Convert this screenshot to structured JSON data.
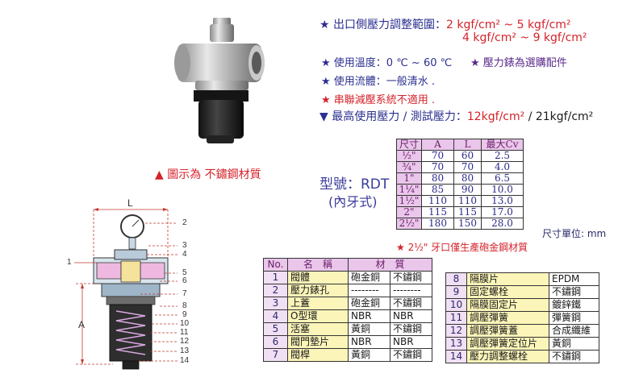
{
  "specs": {
    "range_label": "★ 出口側壓力調整範圍：",
    "range_1": "2 kgf/cm² ~ 5 kgf/cm²",
    "range_2": "4 kgf/cm² ~ 9 kgf/cm²",
    "temp": "★ 使用溫度：0 ℃ ~ 60 ℃",
    "gauge": "★ 壓力錶為選購配件",
    "fluid": "★ 使用流體：一般清水 .",
    "series": "★ 串聯減壓系統不適用 .",
    "max_label": "▼ 最高使用壓力 / 測試壓力：",
    "max_value": "12kgf/cm²",
    "test_value": "/ 21kgf/cm²"
  },
  "photo_caption": "▲ 圖示為 不鏽鋼材質",
  "model": {
    "line1": "型號：RDT",
    "line2": "(內牙式)"
  },
  "dim_table": {
    "headers": [
      "尺寸",
      "A",
      "L",
      "最大Cv"
    ],
    "rows": [
      [
        "½\"",
        "70",
        "60",
        "2.5"
      ],
      [
        "¾\"",
        "70",
        "70",
        "4.0"
      ],
      [
        "1\"",
        "80",
        "80",
        "6.5"
      ],
      [
        "1¼\"",
        "85",
        "90",
        "10.0"
      ],
      [
        "1½\"",
        "110",
        "110",
        "13.0"
      ],
      [
        "2\"",
        "115",
        "115",
        "17.0"
      ],
      [
        "2½\"",
        "180",
        "150",
        "28.0"
      ]
    ],
    "unit": "尺寸單位: mm",
    "note": "★ 2½\" 牙口僅生產砲金鋼材質"
  },
  "parts_left": {
    "headers": [
      "No.",
      "名　稱",
      "材　質"
    ],
    "rows": [
      [
        "1",
        "閥體",
        "砲金銅",
        "不鏽鋼"
      ],
      [
        "2",
        "壓力錶孔",
        "--------",
        "--------"
      ],
      [
        "3",
        "上蓋",
        "砲金銅",
        "不鏽鋼"
      ],
      [
        "4",
        "O型環",
        "NBR",
        "NBR"
      ],
      [
        "5",
        "活塞",
        "黃銅",
        "不鏽鋼"
      ],
      [
        "6",
        "閥門墊片",
        "NBR",
        "NBR"
      ],
      [
        "7",
        "閥桿",
        "黃銅",
        "不鏽鋼"
      ]
    ]
  },
  "parts_right": {
    "rows": [
      [
        "8",
        "隔膜片",
        "EPDM"
      ],
      [
        "9",
        "固定螺栓",
        "不鏽鋼"
      ],
      [
        "10",
        "隔膜固定片",
        "鍍鋅鐵"
      ],
      [
        "11",
        "調壓彈簧",
        "彈簧鋼"
      ],
      [
        "12",
        "調壓彈簧蓋",
        "合成纖維"
      ],
      [
        "13",
        "調壓彈簧定位片",
        "黃銅"
      ],
      [
        "14",
        "壓力調整螺栓",
        "不鏽鋼"
      ]
    ]
  },
  "drawing": {
    "dim_L": "L",
    "dim_A": "A",
    "callouts": [
      "1",
      "2",
      "3",
      "4",
      "5",
      "6",
      "7",
      "8",
      "9",
      "10",
      "11",
      "12",
      "13",
      "14"
    ]
  }
}
